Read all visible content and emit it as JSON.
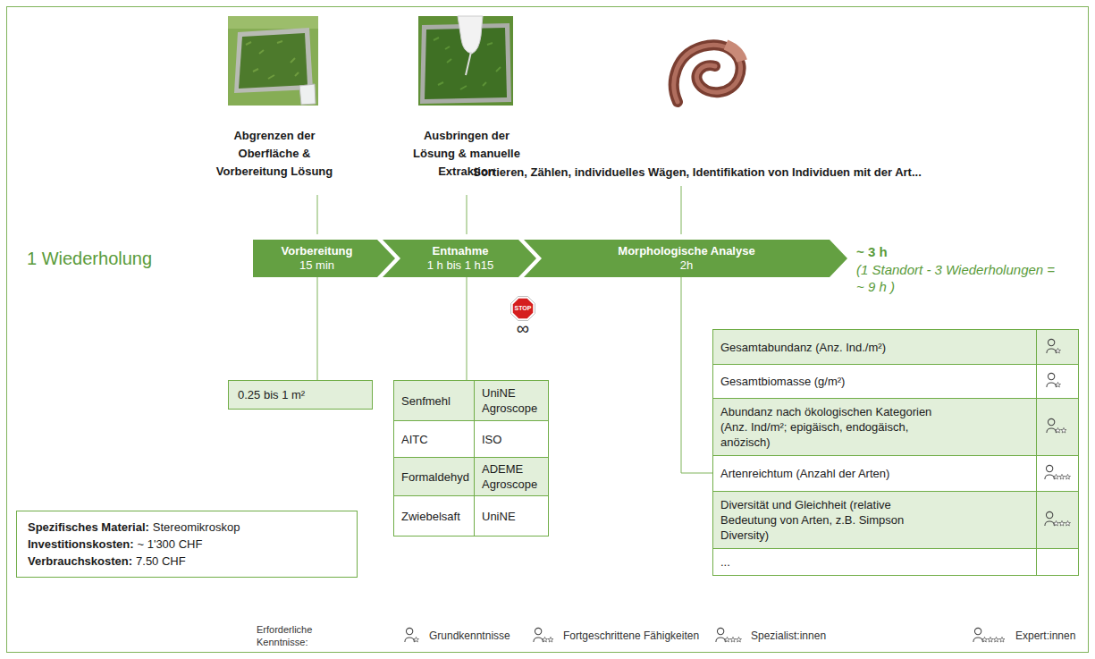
{
  "diagram": {
    "nodes": [
      {
        "text": [
          "Vorbereitung",
          "15 min"
        ]
      },
      {
        "text": [
          "Entnahme",
          "1 h bis 1 h15"
        ]
      },
      {
        "text": [
          "Morphologische Analyse",
          "2h"
        ]
      },
      {
        "text": [
          "0.25 bis 1 m²"
        ]
      },
      {
        "text": [
          "Senfmehl",
          "UniNE Agroscope",
          "AITC",
          "ISO",
          "Formaldehyd",
          "ADEME Agroscope",
          "Zwiebelsaft",
          "UniNE"
        ]
      },
      {
        "text": [
          "Gesamtabundanz (Anz. Ind./m²)",
          "Gesamtbiomasse (g/m²)",
          "Abundanz nach ökologischen Kategorien (Anz. Ind/m²; epigäisch, endogäisch, anözisch)",
          "Artenreichtum (Anzahl der Arten)",
          "Diversität und Gleichheit (relative Bedeutung von Arten, z.B. Simpson Diversity)",
          "..."
        ]
      },
      {
        "text": [
          "Spezifisches Material:",
          "Stereomikroskop",
          "Investitionskosten:",
          "~ 1'300 CHF",
          "Verbrauchskosten:",
          "7.50 CHF"
        ]
      }
    ],
    "edges": [
      {
        "from": 0,
        "to": 3,
        "arrow": "none"
      },
      {
        "from": 1,
        "to": 4,
        "arrow": "none"
      },
      {
        "from": 2,
        "to": 5,
        "arrow": "none"
      }
    ],
    "labels": [
      "Abgrenzen der Oberfläche & Vorbereitung Lösung",
      "Ausbringen der Lösung & manuelle Extraktion",
      "Sortieren, Zählen, individuelles Wägen, Identifikation von Individuen mit der Art...",
      "1 Wiederholung",
      "~ 3 h",
      "(1 Standort - 3 Wiederholungen = ~ 9 h )",
      "STOP",
      "∞",
      "Erforderliche Kenntnisse:"
    ],
    "legend": [
      {
        "text": "Grundkenntnisse"
      },
      {
        "text": "Fortgeschrittene Fähigkeiten"
      },
      {
        "text": "Spezialist:innen"
      },
      {
        "text": "Expert:innen"
      }
    ]
  }
}
